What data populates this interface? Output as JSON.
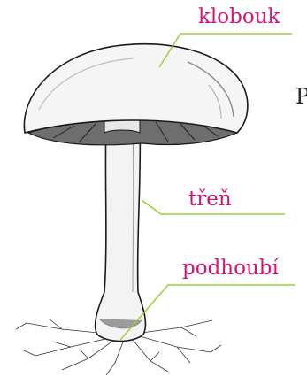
{
  "labels": {
    "cap": "klobouk",
    "stem": "třeň",
    "mycelium": "podhoubí"
  },
  "partial_text": "P",
  "colors": {
    "label": "#d6157a",
    "leader_line": "#9acd32",
    "ink": "#1a1a1a"
  }
}
